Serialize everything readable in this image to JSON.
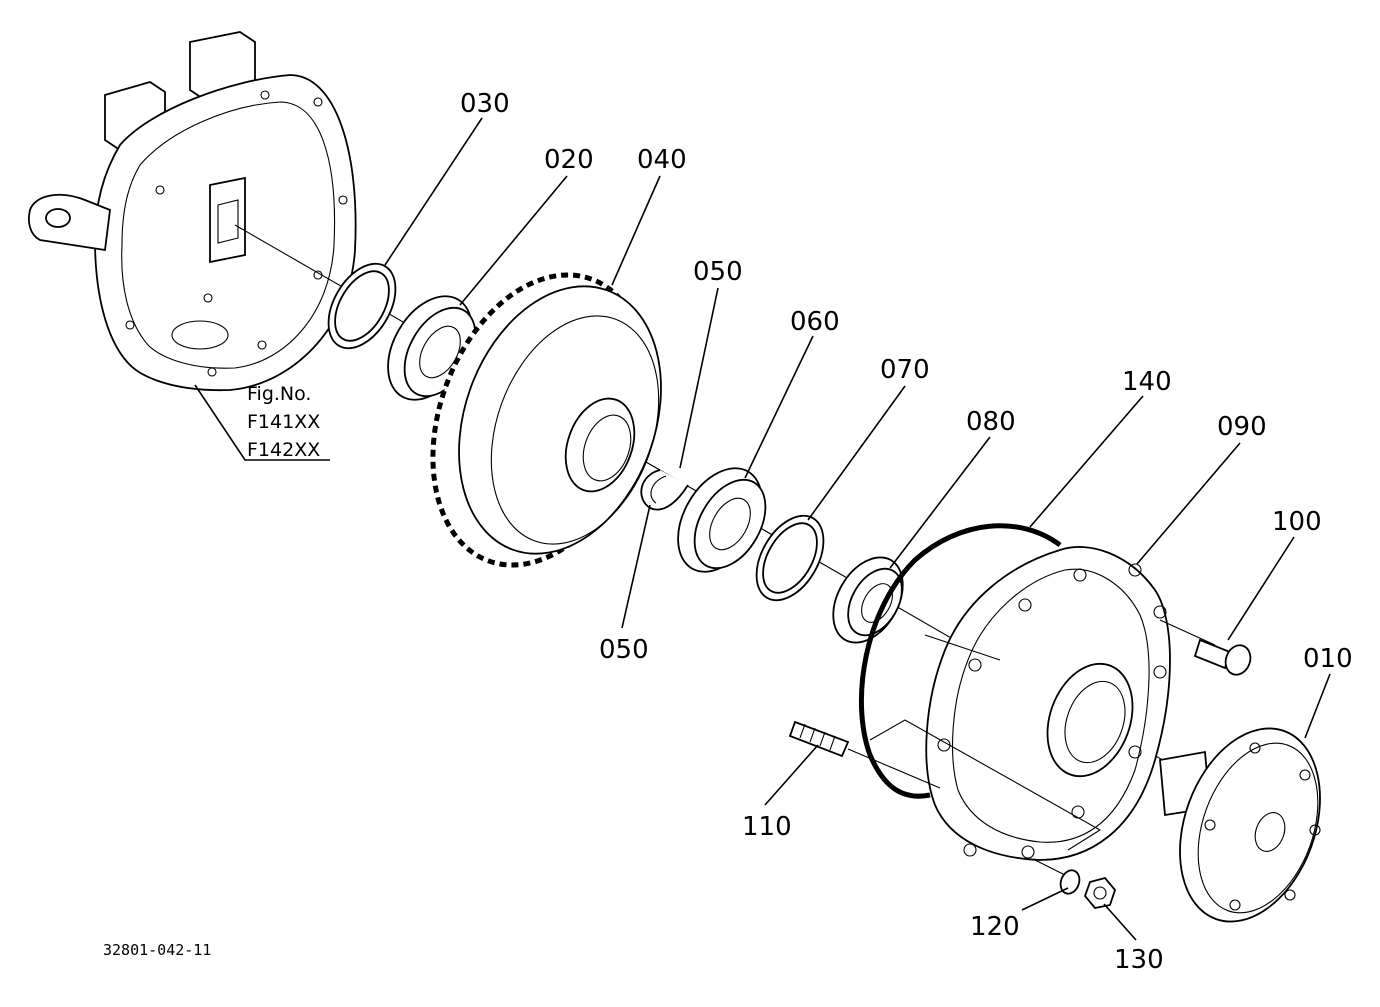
{
  "diagram": {
    "labels": {
      "p010": "010",
      "p020": "020",
      "p030": "030",
      "p040": "040",
      "p050_upper": "050",
      "p050_lower": "050",
      "p060": "060",
      "p070": "070",
      "p080": "080",
      "p090": "090",
      "p100": "100",
      "p110": "110",
      "p120": "120",
      "p130": "130",
      "p140": "140"
    },
    "fig_note": {
      "title": "Fig.No.",
      "line1": "F141XX",
      "line2": "F142XX"
    },
    "drawing_code": "32801-042-11"
  }
}
